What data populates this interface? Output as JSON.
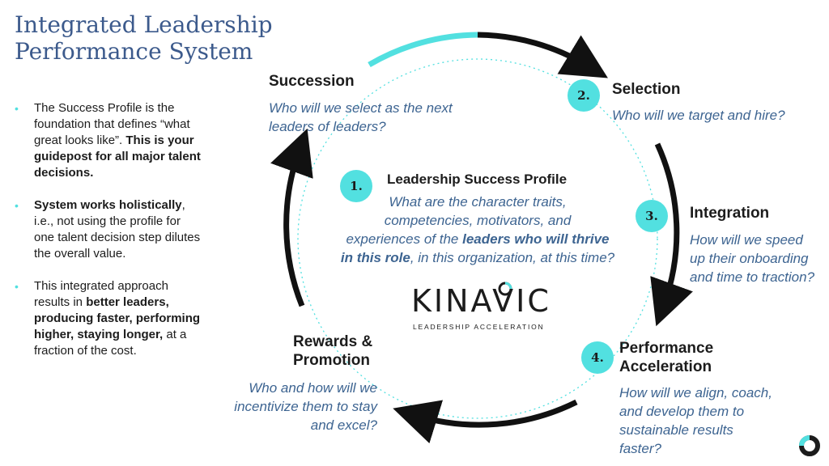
{
  "title": "Integrated Leadership Performance System",
  "bullets": [
    {
      "pre": "The Success Profile is the foundation that defines “what great looks like”. ",
      "bold": "This is your guidepost for all major talent decisions.",
      "post": ""
    },
    {
      "pre": "",
      "bold": "System works holistically",
      "post": ", i.e., not using the profile for one talent decision step dilutes the overall value."
    },
    {
      "pre": "This integrated approach results in ",
      "bold": "better leaders, producing faster, performing higher, staying longer,",
      "post": " at a fraction of the cost."
    }
  ],
  "center": {
    "number": "1.",
    "title": "Leadership Success Profile",
    "q_lines": [
      "What are the character traits,",
      "competencies, motivators, and",
      "experiences of the "
    ],
    "q_bold": "leaders who will thrive in this role",
    "q_post": ", in this organization, at this time?"
  },
  "steps": {
    "succession": {
      "label": "Succession",
      "question": "Who will we select as the next leaders of leaders?"
    },
    "selection": {
      "number": "2.",
      "label": "Selection",
      "question": "Who will we target and hire?"
    },
    "integration": {
      "number": "3.",
      "label": "Integration",
      "question": "How will we speed up their onboarding and time to traction?"
    },
    "performance": {
      "number": "4.",
      "label": "Performance Acceleration",
      "question": "How will we align, coach, and develop them to sustainable results faster?"
    },
    "rewards": {
      "label": "Rewards & Promotion",
      "question": "Who and how will we incentivize them to stay and excel?"
    }
  },
  "logo": {
    "name": "KINAVIC",
    "tagline": "LEADERSHIP ACCELERATION"
  },
  "colors": {
    "accent": "#52e0e0",
    "title": "#3c5a8c",
    "question": "#3d6491",
    "text": "#1c1c1c"
  }
}
